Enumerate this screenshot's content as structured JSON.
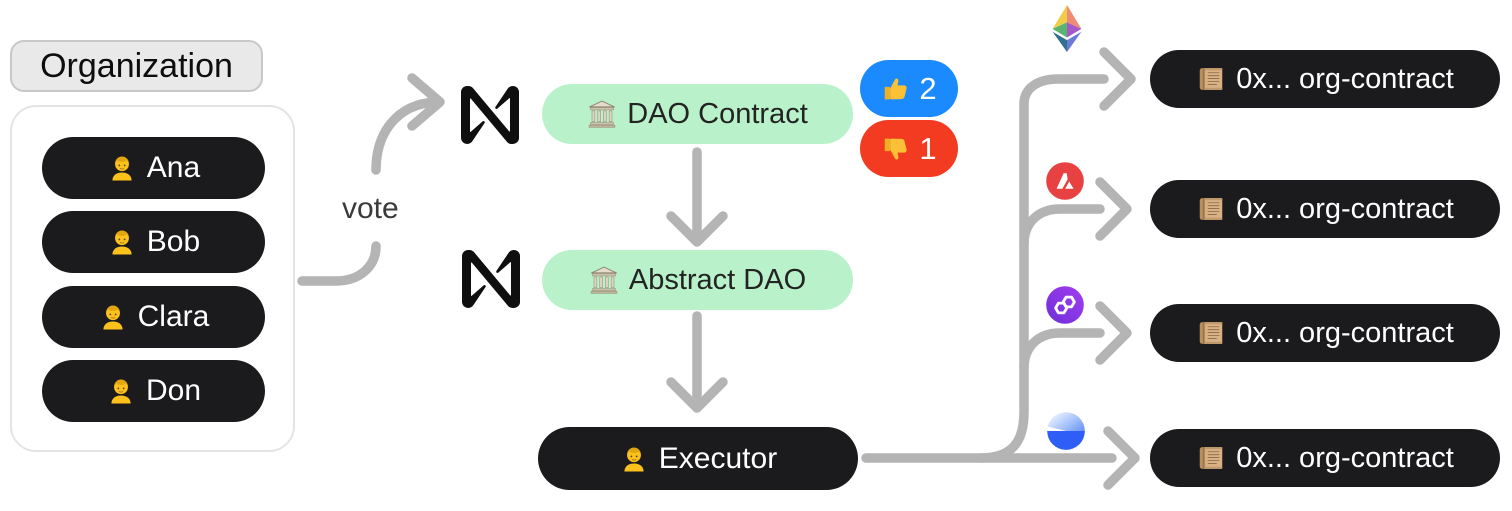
{
  "colors": {
    "pill_dark": "#1b1b1d",
    "pill_green": "#b9f2ca",
    "arrow_gray": "#b4b4b4",
    "badge_blue": "#1b8aff",
    "badge_red": "#f23b20",
    "org_label_bg": "#e9e9e9"
  },
  "organization": {
    "label": "Organization",
    "members": [
      {
        "icon": "person-icon",
        "emoji": "🧑",
        "name": "Ana"
      },
      {
        "icon": "person-icon",
        "emoji": "🧑",
        "name": "Bob"
      },
      {
        "icon": "person-icon",
        "emoji": "🧑",
        "name": "Clara"
      },
      {
        "icon": "person-icon",
        "emoji": "🧑",
        "name": "Don"
      }
    ]
  },
  "vote_label": "vote",
  "flow": {
    "near_logo": {
      "icon": "near-logo-icon"
    },
    "dao_contract": {
      "icon": "classical-building-icon",
      "emoji": "🏛",
      "label": "DAO Contract"
    },
    "abstract_dao": {
      "icon": "classical-building-icon",
      "emoji": "🏛",
      "label": "Abstract DAO"
    },
    "executor": {
      "icon": "person-icon",
      "emoji": "🧑",
      "label": "Executor"
    }
  },
  "votes": {
    "up": {
      "icon": "thumbs-up-icon",
      "emoji": "👍",
      "count": "2"
    },
    "down": {
      "icon": "thumbs-down-icon",
      "emoji": "👎",
      "count": "1"
    }
  },
  "chains": [
    {
      "icon": "ethereum-icon"
    },
    {
      "icon": "avalanche-icon"
    },
    {
      "icon": "polygon-icon"
    },
    {
      "icon": "blue-sphere-icon"
    }
  ],
  "contracts": [
    {
      "icon": "scroll-icon",
      "emoji": "📜",
      "label": "0x... org-contract"
    },
    {
      "icon": "scroll-icon",
      "emoji": "📜",
      "label": "0x... org-contract"
    },
    {
      "icon": "scroll-icon",
      "emoji": "📜",
      "label": "0x... org-contract"
    },
    {
      "icon": "scroll-icon",
      "emoji": "📜",
      "label": "0x... org-contract"
    }
  ]
}
